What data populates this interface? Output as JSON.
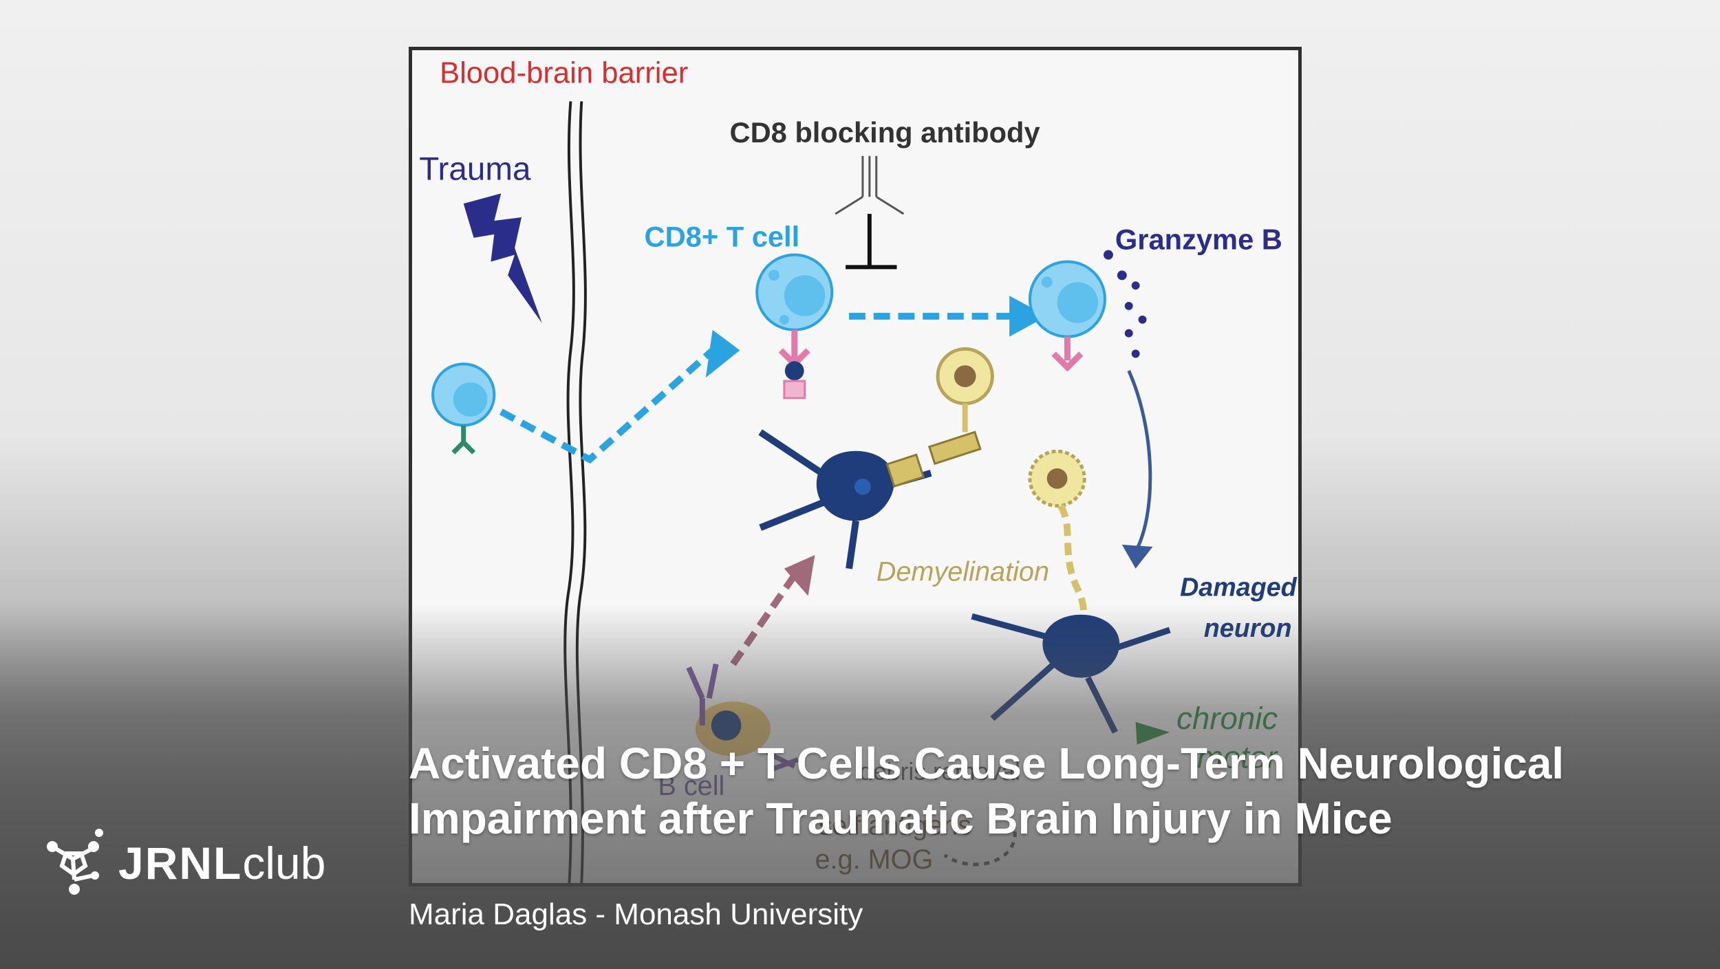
{
  "figure": {
    "labels": {
      "bbb": "Blood-brain barrier",
      "trauma": "Trauma",
      "cd8_antibody": "CD8 blocking antibody",
      "cd8_tcell": "CD8+ T cell",
      "granzyme": "Granzyme B",
      "demyelination": "Demyelination",
      "damaged_neuron_1": "Damaged",
      "damaged_neuron_2": "neuron",
      "chronic": "chronic",
      "motor": "motor",
      "bcell": "B cell",
      "debris": "debris removal",
      "self_antigens": "self antigens",
      "mog": "e.g. MOG"
    },
    "colors": {
      "bbb": "#d62f2f",
      "trauma": "#2a2e8a",
      "tcell": "#2aa3e0",
      "dark": "#1f3d7a",
      "yellow": "#d4c16a"
    }
  },
  "title": {
    "line1": "Activated CD8 + T Cells Cause Long-Term Neurological",
    "line2": "Impairment after Traumatic Brain Injury in Mice"
  },
  "subtitle": "Maria Daglas - Monash University",
  "brand": {
    "strong": "JRNL",
    "light": "club",
    "icon": "molecule-icon"
  }
}
